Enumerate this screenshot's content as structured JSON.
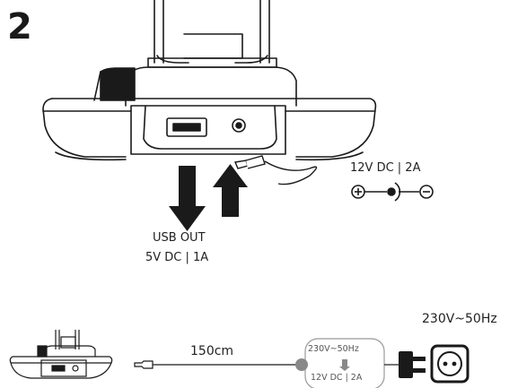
{
  "step_number": "2",
  "usb_out": {
    "title": "USB OUT",
    "rating": "5V DC | 1A"
  },
  "dc_input": {
    "rating": "12V DC | 2A"
  },
  "mains": {
    "label": "230V~50Hz"
  },
  "cable": {
    "length": "150cm"
  },
  "adapter": {
    "input": "230V~50Hz",
    "output": "12V DC | 2A"
  }
}
